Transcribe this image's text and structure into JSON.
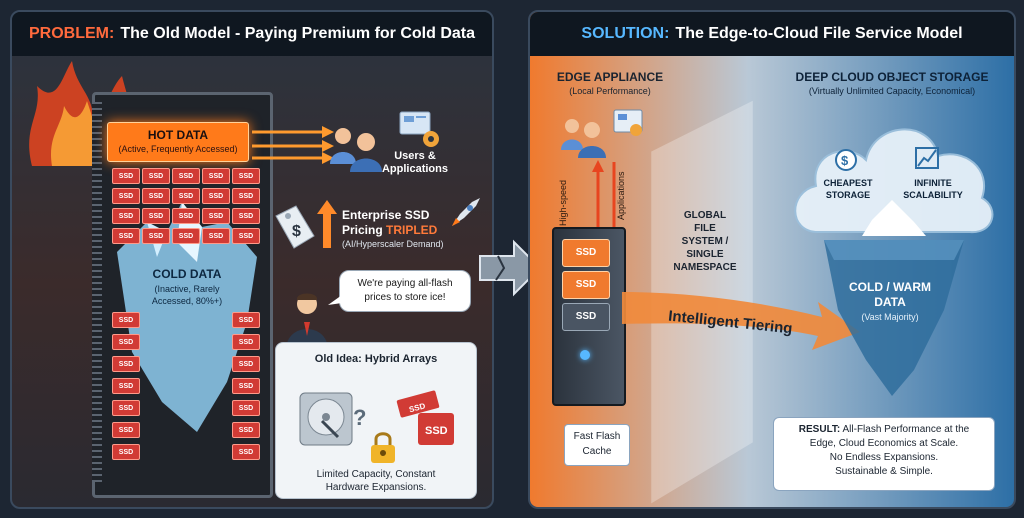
{
  "colors": {
    "problem": "#ff6a3d",
    "solution": "#57b8ff",
    "hot": "#ff7a1a",
    "flash": "#f07a2e",
    "cloud": "#2d6fa6"
  },
  "problem": {
    "key": "PROBLEM:",
    "title": "The Old Model - Paying Premium for Cold Data",
    "hot_data": {
      "title": "HOT DATA",
      "subtitle": "(Active, Frequently Accessed)"
    },
    "cold_data": {
      "title": "COLD DATA",
      "subtitle_1": "(Inactive, Rarely",
      "subtitle_2": "Accessed, 80%+)"
    },
    "ssd_label": "SSD",
    "users_label_1": "Users &",
    "users_label_2": "Applications",
    "pricing": {
      "line1": "Enterprise SSD",
      "line2_prefix": "Pricing ",
      "line2_highlight": "TRIPLED",
      "line3": "(AI/Hyperscaler Demand)"
    },
    "speech": {
      "line1": "We're paying all-flash",
      "line2": "prices to store ice!"
    },
    "old_idea": {
      "title": "Old Idea: Hybrid Arrays",
      "line1": "Limited Capacity, Constant",
      "line2": "Hardware Expansions."
    },
    "icons": [
      "fire-icon",
      "users-icon",
      "gear-icon",
      "price-tag-icon",
      "rocket-icon",
      "hard-drive-icon",
      "padlock-icon",
      "question-icon",
      "person-icon"
    ]
  },
  "solution": {
    "key": "SOLUTION:",
    "title": "The Edge-to-Cloud File Service Model",
    "edge": {
      "title": "EDGE APPLIANCE",
      "subtitle": "(Local Performance)"
    },
    "cloud": {
      "title": "DEEP CLOUD OBJECT STORAGE",
      "subtitle": "(Virtually Unlimited Capacity, Economical)"
    },
    "cheapest": {
      "line1": "CHEAPEST",
      "line2": "STORAGE"
    },
    "infinite": {
      "line1": "INFINITE",
      "line2": "SCALABILITY"
    },
    "high_speed": "High-speed",
    "applications": "Applications",
    "global": {
      "line1": "GLOBAL",
      "line2": "FILE",
      "line3": "SYSTEM /",
      "line4": "SINGLE",
      "line5": "NAMESPACE"
    },
    "ssd_label": "SSD",
    "tiering": "Intelligent Tiering",
    "cold_warm": {
      "line1": "COLD / WARM",
      "line2": "DATA",
      "subtitle": "(Vast Majority)"
    },
    "fast_flash": {
      "line1": "Fast Flash",
      "line2": "Cache"
    },
    "result": {
      "key": "RESULT:",
      "line1": "All-Flash Performance at the",
      "line2": "Edge, Cloud Economics at Scale.",
      "line3": "No Endless Expansions.",
      "line4": "Sustainable & Simple."
    },
    "icons": [
      "users-icon",
      "monitor-icon",
      "dollar-icon",
      "growth-icon",
      "cloud-icon",
      "server-icon",
      "iceberg-icon"
    ]
  }
}
